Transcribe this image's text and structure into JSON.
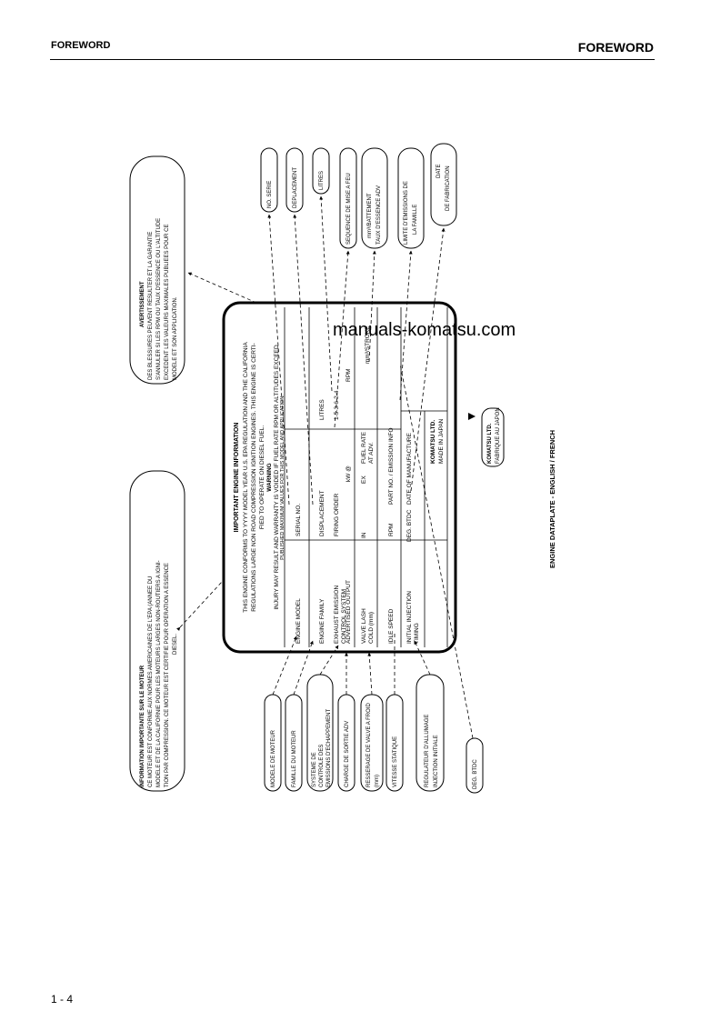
{
  "header": {
    "left": "FOREWORD",
    "right": "FOREWORD"
  },
  "page_number": "1 - 4",
  "watermark": "manuals-komatsu.com",
  "figure": {
    "caption": "ENGINE DATAPLATE - ENGLISH / FRENCH",
    "plate": {
      "title": "IMPORTANT ENGINE INFORMATION",
      "intro1": "THIS ENGINE CONFORMS TO YYYY MODEL YEAR U.S. EPA REGULATION AND THE CALIFORNIA",
      "intro2": "REGULATIONS LARGE NON ROAD COMPRESSION IGNITION ENGINES. THIS ENGINE IS CERTI-",
      "intro3": "FIED TO OPERATE ON DIESEL FUEL.",
      "warning_title": "WARNING",
      "warning1": "INJURY MAY RESULT AND WARRANTY IS VOIDED IF FUEL RATE RPM OR ALTITUDES EXCEED",
      "warning2": "PUBLISHED MAXIMUM VALUES FOR THIS MODEL AND APPLICATION.",
      "rows": {
        "r1": {
          "a": "ENGINE MODEL",
          "b": "SERIAL NO."
        },
        "r2": {
          "a": "ENGINE FAMILY",
          "b": "DISPLACEMENT",
          "c": "LITRES"
        },
        "r3a": {
          "a": "EXHAUST EMISSION",
          "b": "FIRING ORDER",
          "c": "1-5-3-6-2-4"
        },
        "r3b": {
          "a": "CONTROL SYSTEM"
        },
        "r4": {
          "a": "ADVERTISED OUTPUT",
          "b": "kW @",
          "c": "RPM"
        },
        "r5": {
          "a": "VALVE LASH",
          "b": "IN",
          "c": "EX",
          "d": "FUEL RATE",
          "e": "mm³/STROKE"
        },
        "r5b": {
          "a": "COLD (mm)",
          "d": "AT ADV."
        },
        "r6": {
          "a": "IDLE SPEED",
          "b": "RPM",
          "c": "PART NO. / EMISSION INFO"
        },
        "r7": {
          "a": "INITIAL INJECTION",
          "b": "DEG. BTDC",
          "c": "DATE OF MANUFACTURE"
        },
        "r7b": {
          "a": "TIMING"
        }
      },
      "maker": "KOMATSU LTD.",
      "made_in": "MADE IN JAPAN"
    },
    "small_box": {
      "line1": "KOMATSU LTD.",
      "line2": "FABRIQUE AU JAPON"
    },
    "left_callouts": {
      "info_title": "INFORMATION IMPORTANTE SUR LE MOTEUR",
      "info1": "CE MOTEUR EST CONFORME AUX NORMES AMERICAINES DE L'EPA (ANNEE DU",
      "info2": "MODELE ET DE LA CALIFORNIE POUR LES MOTEURS LARGES NON-ROUTIERS A IGNI-",
      "info3": "TION PAR COMPRESSION. CE MOTEUR EST CERTIFIE POUR OPERATION A ESSENCE",
      "info4": "DIESEL.",
      "b1": "MODELE DE MOTEUR",
      "b2": "FAMILLE DU MOTEUR",
      "b3_1": "SYSTEME DE",
      "b3_2": "CONTROLE DES",
      "b3_3": "EMISSIONS D'ECHAPPEMENT",
      "b4": "CHARGE DE SORTIE ADV",
      "b5_1": "RESSERAGE DE VALVE A FROID",
      "b5_2": "(mm)",
      "b6": "VITESSE STATIQUE",
      "b7_1": "REGULATEUR D'ALLUMAGE",
      "b7_2": "INJECTION INITIALE",
      "b8": "DEG. BTDC"
    },
    "right_callouts": {
      "warn_title": "AVERTISSEMENT",
      "warn1": "DES BLESSURES PEUVENT RESULTER ET LA GARANTIE",
      "warn2": "S'ANNULER SI LES RPM OU TAUX D'ESSENCE OU L'ALTITUDE",
      "warn3": "EXCEDENT LES VALEURS MAXIMALES PUBLIEES POUR CE",
      "warn4": "MODELE ET SON APPLICATION.",
      "c1": "NO. SERIE",
      "c2": "DEPLACEMENT",
      "c3": "LITRES",
      "c4": "SEQUENCE DE MISE A FEU",
      "c5_1": "mm³/BATTEMENT",
      "c5_2": "TAUX D'ESSENCE ADV",
      "c6_1": "LIMITE D'EMISSIONS DE",
      "c6_2": "LA FAMILLE",
      "c7_1": "DATE",
      "c7_2": "DE FABRICATION"
    }
  }
}
